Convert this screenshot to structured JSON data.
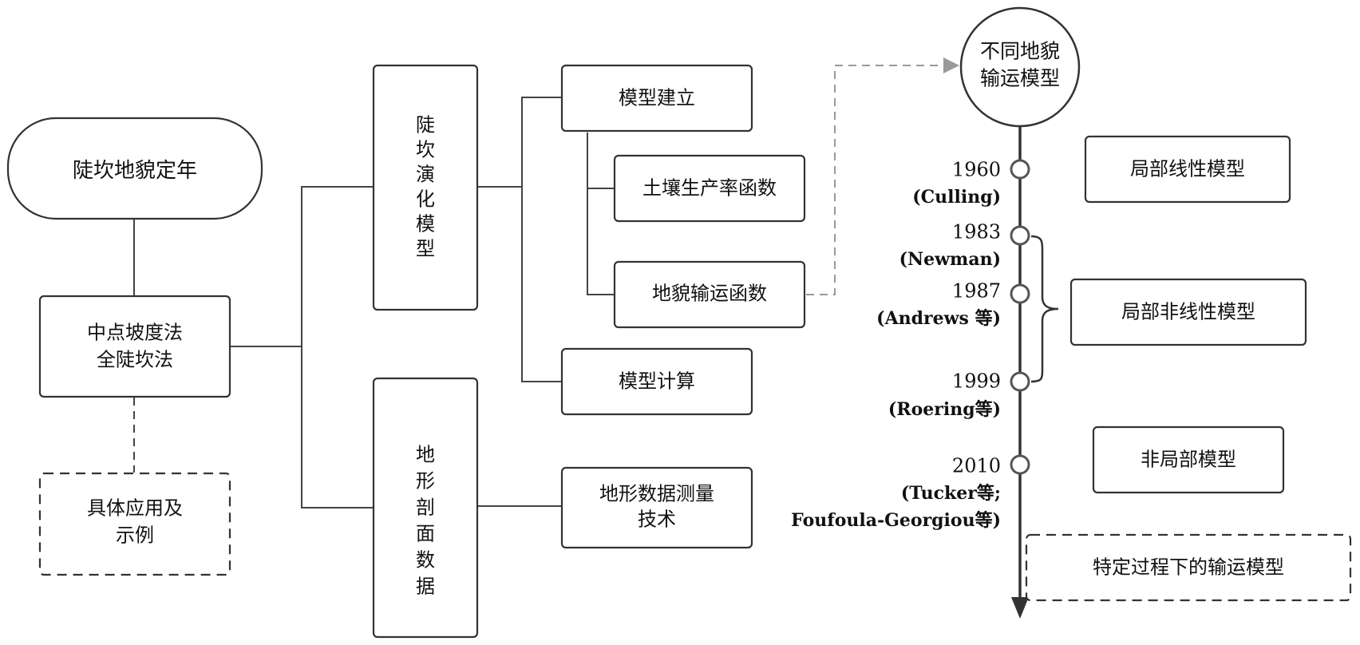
{
  "nodes": {
    "root": "陡坎地貌定年",
    "method_line1": "中点坡度法",
    "method_line2": "全陡坎法",
    "application_line1": "具体应用及",
    "application_line2": "示例",
    "evolution_model": [
      "陡",
      "坎",
      "演",
      "化",
      "模",
      "型"
    ],
    "profile_data": [
      "地",
      "形",
      "剖",
      "面",
      "数",
      "据"
    ],
    "model_build": "模型建立",
    "soil_function": "土壤生产率函数",
    "transport_function": "地貌输运函数",
    "model_calc": "模型计算",
    "measure_line1": "地形数据测量",
    "measure_line2": "技术",
    "timeline_top_line1": "不同地貌",
    "timeline_top_line2": "输运模型"
  },
  "timeline": [
    {
      "year": "1960",
      "author": "(Culling)"
    },
    {
      "year": "1983",
      "author": "(Newman)"
    },
    {
      "year": "1987",
      "author": "(Andrews 等)"
    },
    {
      "year": "1999",
      "author": "(Roering等)"
    },
    {
      "year": "2010",
      "author_line1": "(Tucker等;",
      "author_line2": "Foufoula-Georgiou等)"
    }
  ],
  "categories": {
    "local_linear": "局部线性模型",
    "local_nonlinear": "局部非线性模型",
    "nonlocal": "非局部模型",
    "process_specific": "特定过程下的输运模型"
  }
}
